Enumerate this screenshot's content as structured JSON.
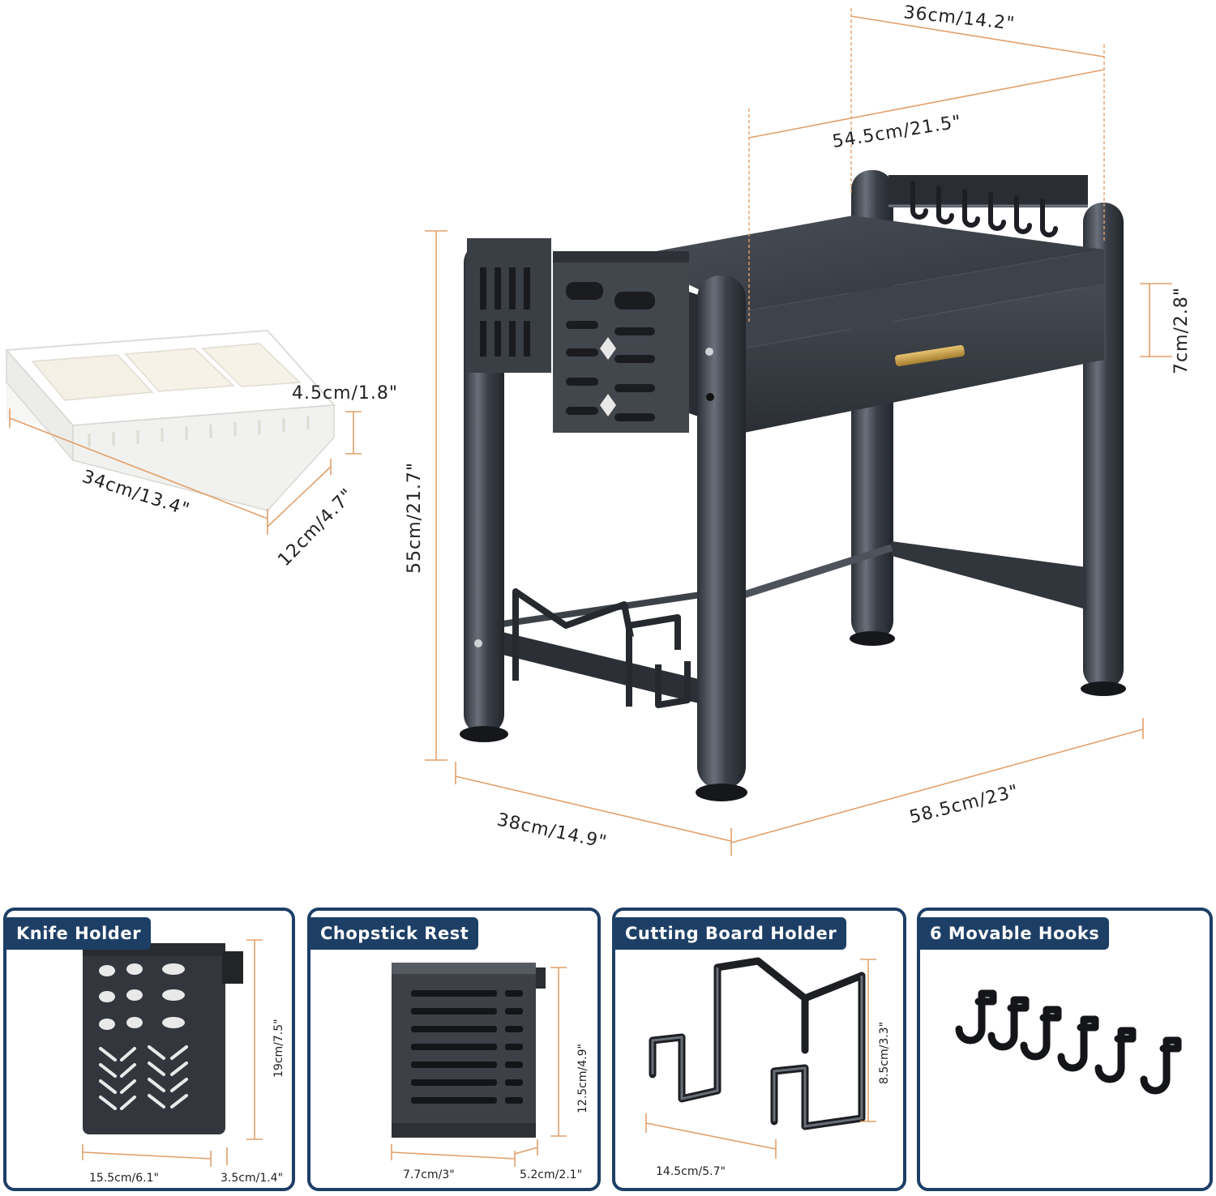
{
  "main_dimensions": {
    "top_depth": "36cm/14.2\"",
    "top_width": "54.5cm/21.5\"",
    "drawer_height": "7cm/2.8\"",
    "total_height": "55cm/21.7\"",
    "base_depth": "38cm/14.9\"",
    "base_width": "58.5cm/23\""
  },
  "tray_dimensions": {
    "height": "4.5cm/1.8\"",
    "length": "34cm/13.4\"",
    "width": "12cm/4.7\""
  },
  "panels": [
    {
      "label": "Knife Holder",
      "dims": [
        "19cm/7.5\"",
        "15.5cm/6.1\"",
        "3.5cm/1.4\""
      ]
    },
    {
      "label": "Chopstick Rest",
      "dims": [
        "12.5cm/4.9\"",
        "7.7cm/3\"",
        "5.2cm/2.1\""
      ]
    },
    {
      "label": "Cutting Board Holder",
      "dims": [
        "8.5cm/3.3\"",
        "14.5cm/5.7\""
      ]
    },
    {
      "label": "6 Movable Hooks",
      "dims": []
    }
  ],
  "colors": {
    "frame": "#3b4049",
    "frame_light": "#5a606a",
    "accent_line": "#e2a06a",
    "panel_border": "#1d3f66",
    "handle": "#c9a14a"
  }
}
